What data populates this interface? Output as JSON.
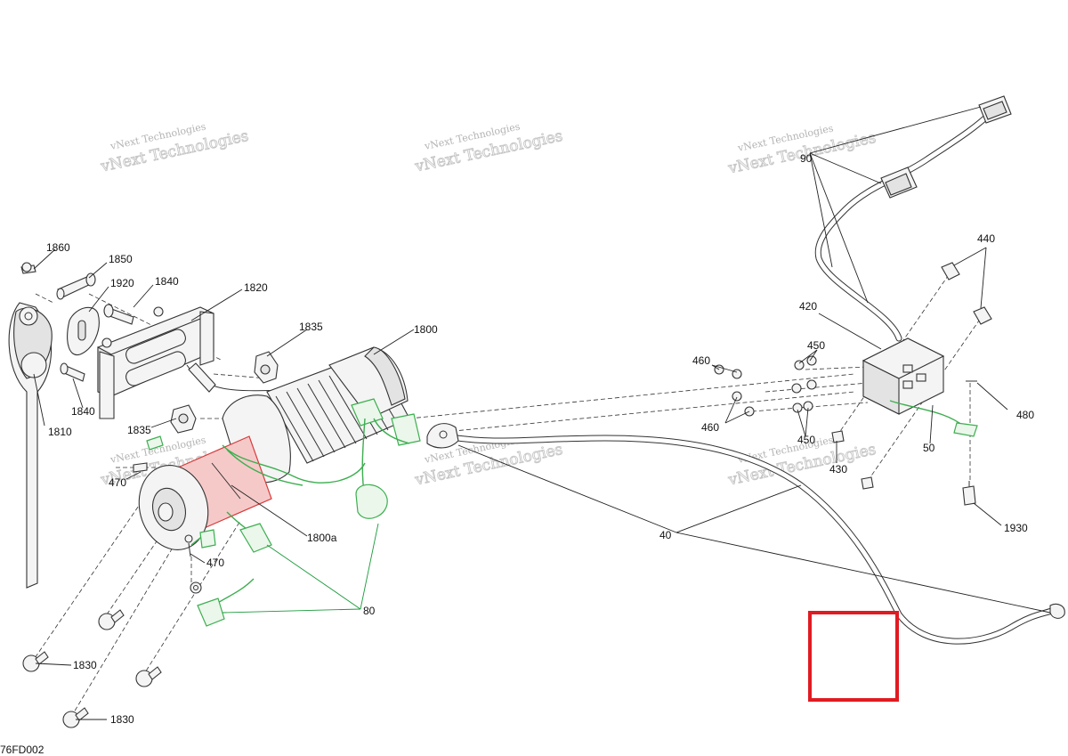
{
  "figure_code": "76FD002",
  "watermark": {
    "line1": "vNext Technologies",
    "line2": "vNext Technologies"
  },
  "callouts": [
    {
      "id": "1860",
      "text": "1860"
    },
    {
      "id": "1850",
      "text": "1850"
    },
    {
      "id": "1920",
      "text": "1920"
    },
    {
      "id": "1840a",
      "text": "1840"
    },
    {
      "id": "1840b",
      "text": "1840"
    },
    {
      "id": "1820",
      "text": "1820"
    },
    {
      "id": "1835a",
      "text": "1835"
    },
    {
      "id": "1835b",
      "text": "1835"
    },
    {
      "id": "1800",
      "text": "1800"
    },
    {
      "id": "1800a",
      "text": "1800a"
    },
    {
      "id": "1810",
      "text": "1810"
    },
    {
      "id": "470a",
      "text": "470"
    },
    {
      "id": "470b",
      "text": "470"
    },
    {
      "id": "1830a",
      "text": "1830"
    },
    {
      "id": "1830b",
      "text": "1830"
    },
    {
      "id": "80",
      "text": "80"
    },
    {
      "id": "40",
      "text": "40"
    },
    {
      "id": "90",
      "text": "90"
    },
    {
      "id": "440",
      "text": "440"
    },
    {
      "id": "420",
      "text": "420"
    },
    {
      "id": "460a",
      "text": "460"
    },
    {
      "id": "460b",
      "text": "460"
    },
    {
      "id": "450a",
      "text": "450"
    },
    {
      "id": "450b",
      "text": "450"
    },
    {
      "id": "480",
      "text": "480"
    },
    {
      "id": "50",
      "text": "50"
    },
    {
      "id": "430",
      "text": "430"
    },
    {
      "id": "1930",
      "text": "1930"
    }
  ],
  "colors": {
    "line": "#333333",
    "highlight_green": "#3cae4f",
    "highlight_red": "#d83a3a",
    "motor_fill": "#f6c9c9",
    "frame_red": "#e01b22"
  }
}
